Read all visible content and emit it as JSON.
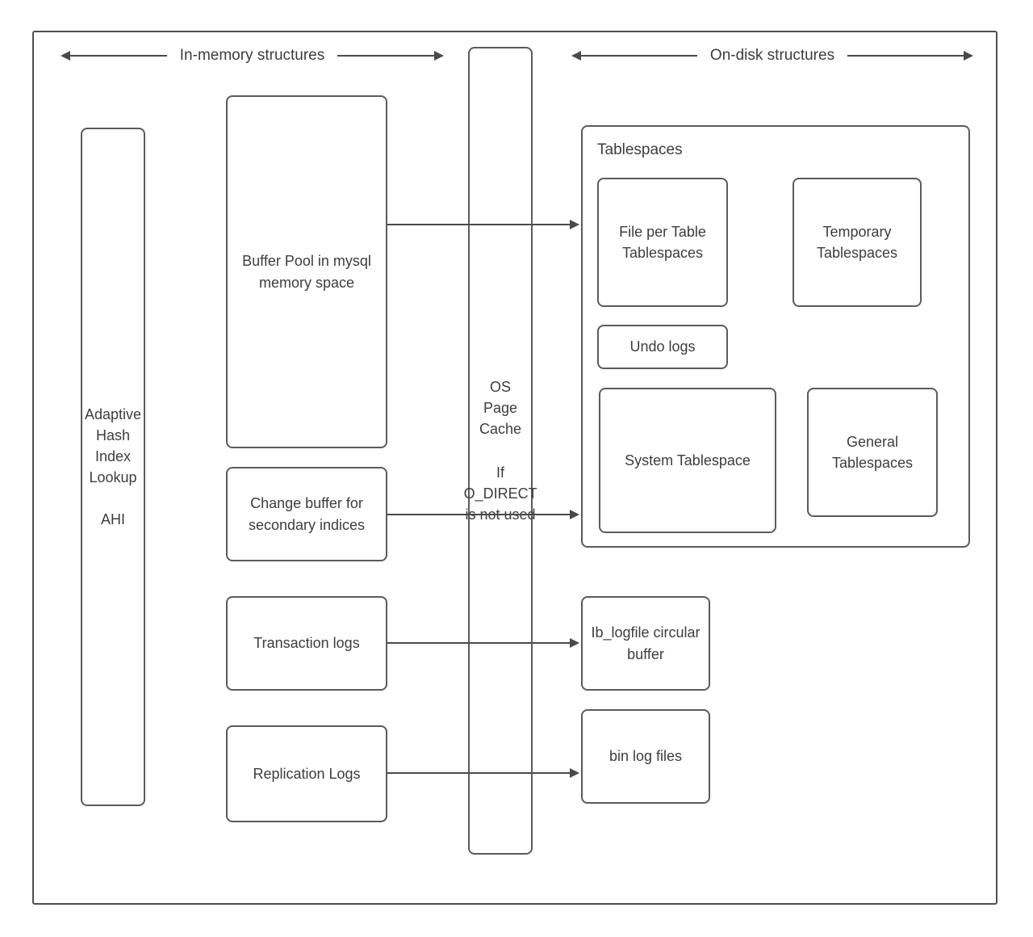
{
  "diagram": {
    "headers": {
      "in_memory": "In-memory structures",
      "on_disk": "On-disk structures"
    },
    "left_column": {
      "ahi_line1": "Adaptive Hash Index Lookup",
      "ahi_line2": "AHI"
    },
    "memory_boxes": {
      "buffer_pool": "Buffer Pool in mysql memory space",
      "change_buffer": "Change buffer for secondary indices",
      "transaction_logs": "Transaction logs",
      "replication_logs": "Replication Logs"
    },
    "os_page_cache": {
      "line1": "OS Page Cache",
      "line2": "If O_DIRECT is not used"
    },
    "tablespaces": {
      "title": "Tablespaces",
      "file_per_table": "File per Table Tablespaces",
      "temporary": "Temporary Tablespaces",
      "undo_logs": "Undo logs",
      "system": "System Tablespace",
      "general": "General Tablespaces"
    },
    "disk_boxes": {
      "ib_logfile": "Ib_logfile circular buffer",
      "bin_log": "bin log files"
    }
  }
}
